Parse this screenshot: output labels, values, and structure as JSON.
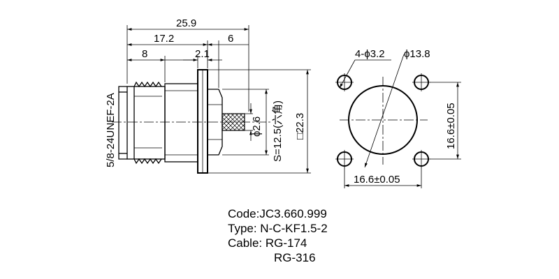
{
  "dimensions": {
    "overall_length": "25.9",
    "body_length": "17.2",
    "flange_to_end": "6",
    "thread_length": "8",
    "flange_thickness": "2.1",
    "thread_spec": "5/8-24UNEF-2A",
    "cable_dia": "ϕ2.6",
    "hex_size": "S=12.5(六角)",
    "flange_square": "□22.3",
    "hole_spec": "4-ϕ3.2",
    "center_dia": "ϕ13.8",
    "hole_spacing_v": "16.6±0.05",
    "hole_spacing_h": "16.6±0.05"
  },
  "info": {
    "code": "Code:JC3.660.999",
    "type": "Type: N-C-KF1.5-2",
    "cable": "Cable: RG-174",
    "cable2": "RG-316"
  }
}
